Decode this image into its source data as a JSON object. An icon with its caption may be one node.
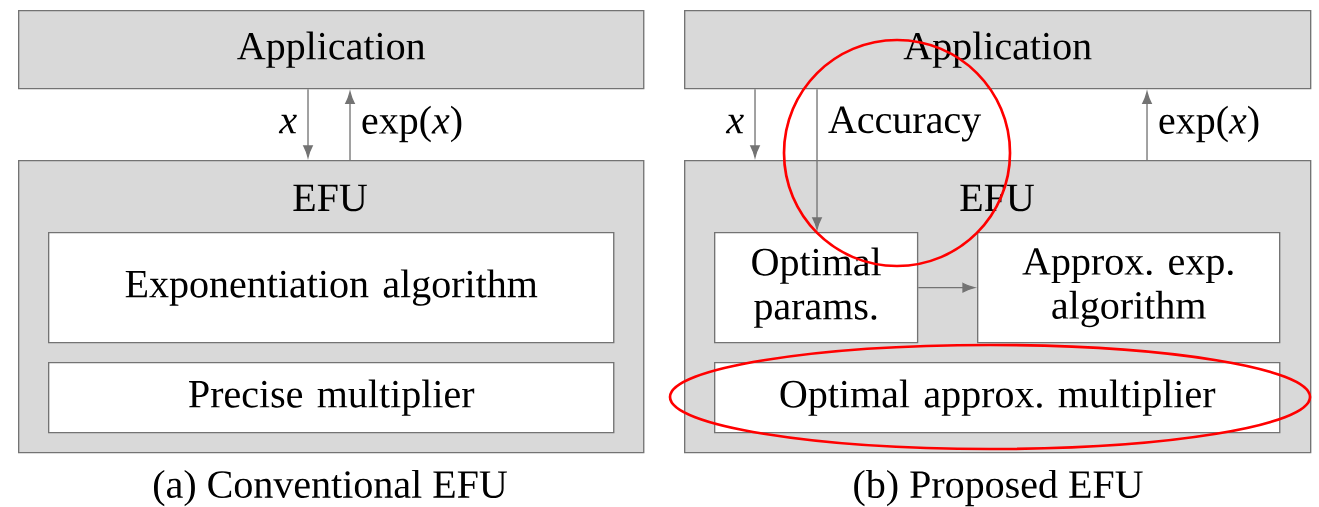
{
  "diagram": {
    "nodes": [
      {
        "text": [
          "Application"
        ]
      },
      {
        "text": [
          "EFU"
        ]
      },
      {
        "text": [
          "Exponentiation algorithm"
        ],
        "in": 1
      },
      {
        "text": [
          "Precise multiplier"
        ],
        "in": 1
      },
      {
        "text": [
          "Application"
        ]
      },
      {
        "text": [
          "EFU"
        ]
      },
      {
        "text": [
          "Optimal params."
        ],
        "in": 5
      },
      {
        "text": [
          "Approx. exp. algorithm"
        ],
        "in": 5
      },
      {
        "text": [
          "Optimal approx. multiplier"
        ],
        "in": 5
      }
    ],
    "edges": [
      {
        "from": 0,
        "to": 1,
        "arrow": "to",
        "label": "x"
      },
      {
        "from": 1,
        "to": 0,
        "arrow": "to",
        "label": "exp(*x*)"
      },
      {
        "from": 4,
        "to": 5,
        "arrow": "to",
        "label": "x"
      },
      {
        "from": 4,
        "to": 6,
        "arrow": "to",
        "label": "Accuracy"
      },
      {
        "from": 5,
        "to": 4,
        "arrow": "to",
        "label": "exp(*x*)"
      },
      {
        "from": 6,
        "to": 7,
        "arrow": "to"
      }
    ],
    "labels": [
      "(a) Conventional EFU",
      "(b) Proposed EFU"
    ]
  }
}
